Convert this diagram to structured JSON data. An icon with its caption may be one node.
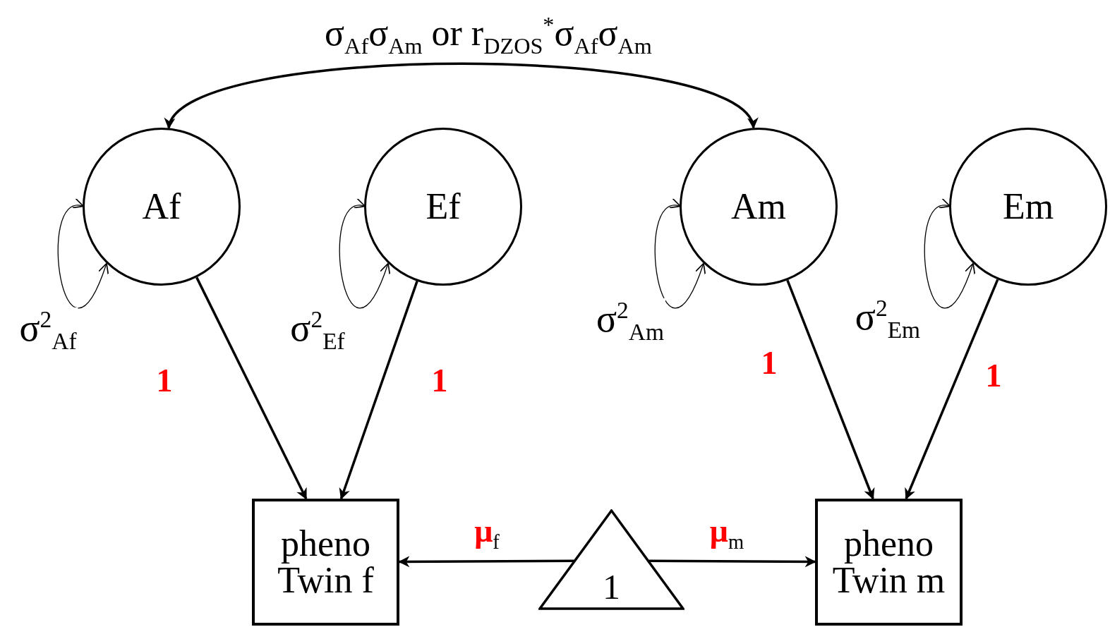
{
  "diagram": {
    "nodes": [
      {
        "text": [
          "Af"
        ]
      },
      {
        "text": [
          "Ef"
        ]
      },
      {
        "text": [
          "Am"
        ]
      },
      {
        "text": [
          "Em"
        ]
      },
      {
        "text": [
          "pheno Twin f"
        ]
      },
      {
        "text": [
          "1"
        ]
      },
      {
        "text": [
          "pheno Twin m"
        ]
      }
    ],
    "edges": [
      {
        "from": 0,
        "to": 2,
        "arrow": "both",
        "label": "σ$_{Af}$σ$_{Am}$ or r$_{DZOS}$$^{*}$σ$_{Af}$σ$_{Am}$"
      },
      {
        "from": 0,
        "to": 0,
        "arrow": "both",
        "label": "σ$^{2}$$_{Af}$"
      },
      {
        "from": 0,
        "to": 4,
        "arrow": "to",
        "label": "1"
      },
      {
        "from": 1,
        "to": 1,
        "arrow": "both",
        "label": "σ$^{2}$$_{Ef}$"
      },
      {
        "from": 1,
        "to": 4,
        "arrow": "to",
        "label": "1"
      },
      {
        "from": 2,
        "to": 2,
        "arrow": "both",
        "label": "σ$^{2}$$_{Am}$"
      },
      {
        "from": 2,
        "to": 6,
        "arrow": "to",
        "label": "1"
      },
      {
        "from": 3,
        "to": 3,
        "arrow": "both",
        "label": "σ$^{2}$$_{Em}$"
      },
      {
        "from": 3,
        "to": 6,
        "arrow": "to",
        "label": "1"
      },
      {
        "from": 5,
        "to": 4,
        "arrow": "to",
        "label": "μ$_{f}$"
      },
      {
        "from": 5,
        "to": 6,
        "arrow": "to",
        "label": "μ$_{m}$"
      }
    ]
  }
}
